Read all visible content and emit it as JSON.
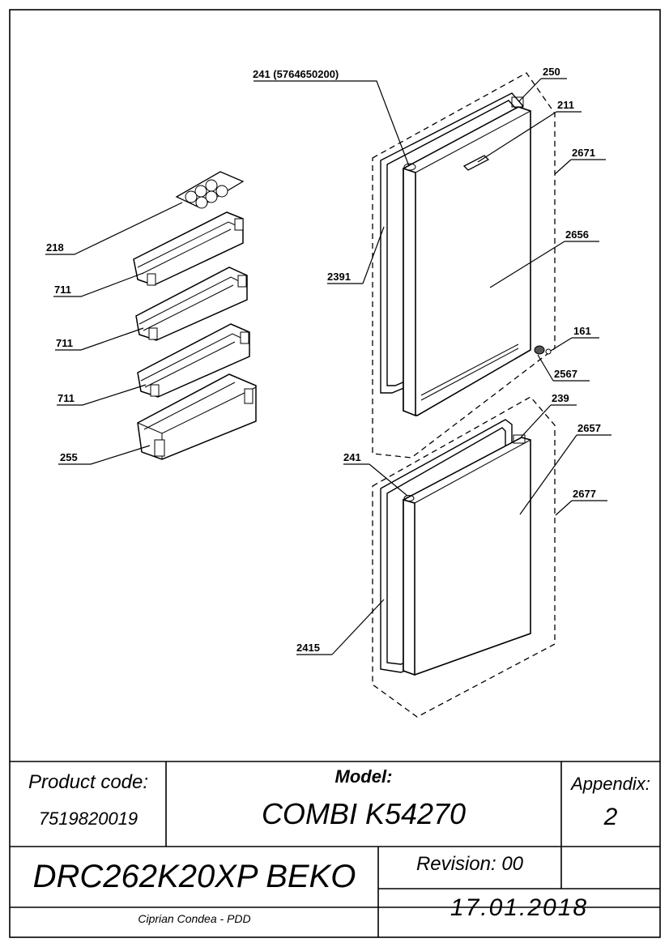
{
  "drawing": {
    "labels": {
      "p241_code": "241 (5764650200)",
      "p250": "250",
      "p211": "211",
      "p2671": "2671",
      "p2656": "2656",
      "p2391": "2391",
      "p161": "161",
      "p2567": "2567",
      "p239": "239",
      "p241": "241",
      "p2657": "2657",
      "p2677": "2677",
      "p2415": "2415",
      "p218": "218",
      "p711_a": "711",
      "p711_b": "711",
      "p711_c": "711",
      "p255": "255"
    }
  },
  "title_block": {
    "product_code_label": "Product code:",
    "product_code_value": "7519820019",
    "model_label": "Model:",
    "model_value": "COMBI K54270",
    "appendix_label": "Appendix:",
    "appendix_value": "2",
    "product_name": "DRC262K20XP BEKO",
    "revision": "Revision: 00",
    "author": "Ciprian Condea - PDD",
    "date": "17.01.2018"
  }
}
